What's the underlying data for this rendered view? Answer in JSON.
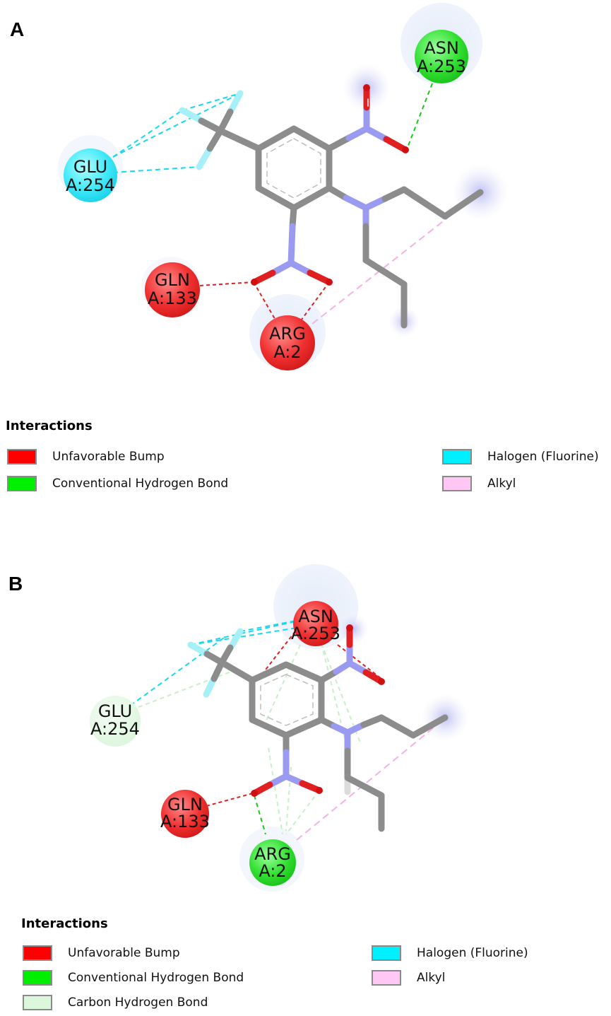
{
  "panels": [
    {
      "letter": "A",
      "residues": [
        {
          "name": "ASN",
          "chain": "A:253",
          "interaction": "Conventional Hydrogen Bond"
        },
        {
          "name": "GLU",
          "chain": "A:254",
          "interaction": "Halogen (Fluorine)"
        },
        {
          "name": "GLN",
          "chain": "A:133",
          "interaction": "Unfavorable Bump"
        },
        {
          "name": "ARG",
          "chain": "A:2",
          "interaction": "Unfavorable Bump"
        }
      ],
      "legend": {
        "title": "Interactions",
        "items": [
          {
            "label": "Unfavorable Bump",
            "color": "#ff0000"
          },
          {
            "label": "Conventional Hydrogen Bond",
            "color": "#00ee00"
          },
          {
            "label": "Halogen (Fluorine)",
            "color": "#00f0ff"
          },
          {
            "label": "Alkyl",
            "color": "#ffc8f4"
          }
        ]
      }
    },
    {
      "letter": "B",
      "residues": [
        {
          "name": "ASN",
          "chain": "A:253",
          "interaction": "Unfavorable Bump"
        },
        {
          "name": "GLU",
          "chain": "A:254",
          "interaction": "Carbon Hydrogen Bond"
        },
        {
          "name": "GLN",
          "chain": "A:133",
          "interaction": "Unfavorable Bump"
        },
        {
          "name": "ARG",
          "chain": "A:2",
          "interaction": "Conventional Hydrogen Bond"
        }
      ],
      "legend": {
        "title": "Interactions",
        "items": [
          {
            "label": "Unfavorable Bump",
            "color": "#ff0000"
          },
          {
            "label": "Conventional Hydrogen Bond",
            "color": "#00ee00"
          },
          {
            "label": "Carbon Hydrogen Bond",
            "color": "#dcf7dc"
          },
          {
            "label": "Halogen (Fluorine)",
            "color": "#00f0ff"
          },
          {
            "label": "Alkyl",
            "color": "#ffc8f4"
          }
        ]
      }
    }
  ],
  "colors": {
    "unfavorable_bump": "#ff0000",
    "conventional_hbond": "#00ee00",
    "carbon_hbond": "#dcf7dc",
    "halogen": "#00f0ff",
    "alkyl": "#ffc8f4",
    "carbon_stick": "#8c8c8c",
    "nitrogen_stick": "#9a9af0",
    "oxygen_stick": "#e02020",
    "fluorine_stick": "#a8f0f8"
  }
}
